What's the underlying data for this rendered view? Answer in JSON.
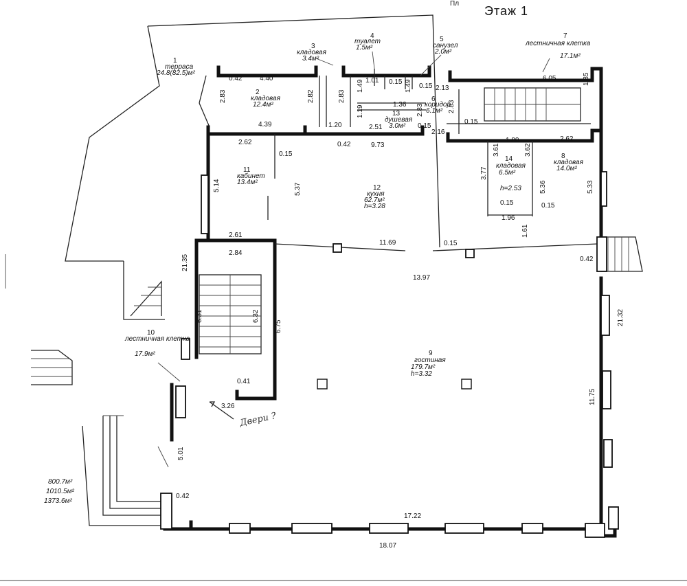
{
  "header": {
    "floor_title": "Этаж 1",
    "corner_text": "Пл"
  },
  "rooms": [
    {
      "num": "1",
      "name": "терраса",
      "area": "24.8(82.5)м²"
    },
    {
      "num": "2",
      "name": "кладовая",
      "area": "12.4м²"
    },
    {
      "num": "3",
      "name": "кладовая",
      "area": "3.4м²"
    },
    {
      "num": "4",
      "name": "туалет",
      "area": "1.5м²"
    },
    {
      "num": "5",
      "name": "санузел",
      "area": "2.0м²"
    },
    {
      "num": "6",
      "name": "коридор",
      "area": "6.1м²"
    },
    {
      "num": "7",
      "name": "лестничная клетка",
      "area": "17.1м²"
    },
    {
      "num": "8",
      "name": "кладовая",
      "area": "14.0м²"
    },
    {
      "num": "9",
      "name": "гостиная",
      "area": "179.7м²",
      "height": "h=3.32"
    },
    {
      "num": "10",
      "name": "лестничная клетка",
      "area": "17.9м²"
    },
    {
      "num": "11",
      "name": "кабинет",
      "area": "13.4м²"
    },
    {
      "num": "12",
      "name": "кухня",
      "area": "62.7м²",
      "height": "h=3.28"
    },
    {
      "num": "13",
      "name": "душевая",
      "area": "3.0м²"
    },
    {
      "num": "14",
      "name": "кладовая",
      "area": "6.5м²",
      "height": "h=2.53"
    }
  ],
  "dimensions": [
    "0.42",
    "4.40",
    "2.83",
    "2.82",
    "2.83",
    "1.49",
    "1.01",
    "0.15",
    "1.49",
    "0.15",
    "2.13",
    "1.36",
    "1.19",
    "2.83",
    "2.83",
    "2.51",
    "0.15",
    "2.16",
    "1.20",
    "0.42",
    "9.73",
    "4.39",
    "6.05",
    "1.35",
    "0.15",
    "1.80",
    "2.62",
    "3.61",
    "3.62",
    "3.77",
    "5.36",
    "0.15",
    "0.15",
    "1.96",
    "5.33",
    "1.61",
    "2.62",
    "0.15",
    "5.14",
    "5.37",
    "2.61",
    "11.69",
    "0.15",
    "2.84",
    "21.35",
    "13.97",
    "0.42",
    "6.31",
    "6.32",
    "6.75",
    "21.32",
    "0.41",
    "3.26",
    "11.75",
    "5.01",
    "0.42",
    "17.22",
    "18.07"
  ],
  "totals": [
    "800.7м²",
    "1010.5м²",
    "1373.6м²"
  ],
  "handwritten_note": "Двери ?"
}
